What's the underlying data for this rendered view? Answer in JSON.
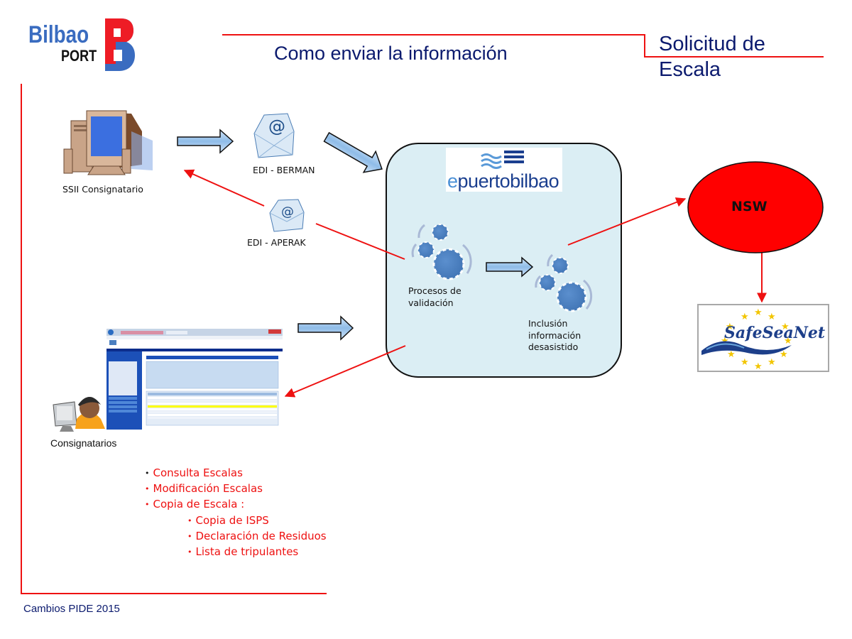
{
  "logo": {
    "line1": "Bilbao",
    "line2": "PORT",
    "mark": "B"
  },
  "header": {
    "title": "Como enviar la información",
    "section": [
      "Solicitud de",
      "Escala"
    ]
  },
  "nodes": {
    "ssii": {
      "label": "SSII Consignatario",
      "icon": "desktop-computer-icon"
    },
    "edi_berman": {
      "label": "EDI - BERMAN",
      "icon": "email-envelope-icon"
    },
    "edi_aperak": {
      "label": "EDI - APERAK",
      "icon": "email-envelope-icon"
    },
    "hub": {
      "brand_prefix": "e",
      "brand_rest": "puertobilbao",
      "validation": [
        "Procesos de",
        "validación"
      ],
      "inclusion": [
        "Inclusión",
        "información",
        "desasistido"
      ]
    },
    "nsw": {
      "label": "NSW"
    },
    "safeseanet": {
      "label": "SafeSeaNet"
    },
    "consignatarios": {
      "label": "Consignatarios",
      "icon": "user-at-computer-icon"
    }
  },
  "functions": {
    "items": [
      {
        "text": "Consulta Escalas",
        "level": 1
      },
      {
        "text": "Modificación Escalas",
        "level": 1
      },
      {
        "text": "Copia de Escala :",
        "level": 1
      }
    ],
    "subitems": [
      {
        "text": "Copia de ISPS",
        "level": 2
      },
      {
        "text": "Declaración de Residuos",
        "level": 2
      },
      {
        "text": "Lista de tripulantes",
        "level": 2
      }
    ]
  },
  "footer": {
    "text": "Cambios PIDE 2015"
  },
  "colors": {
    "accent_red": "#ee1111",
    "title_navy": "#0b1a6e",
    "hub_fill": "#dbeef4",
    "gear_blue": "#4a7fbf",
    "nsw_fill": "#ff0000"
  }
}
